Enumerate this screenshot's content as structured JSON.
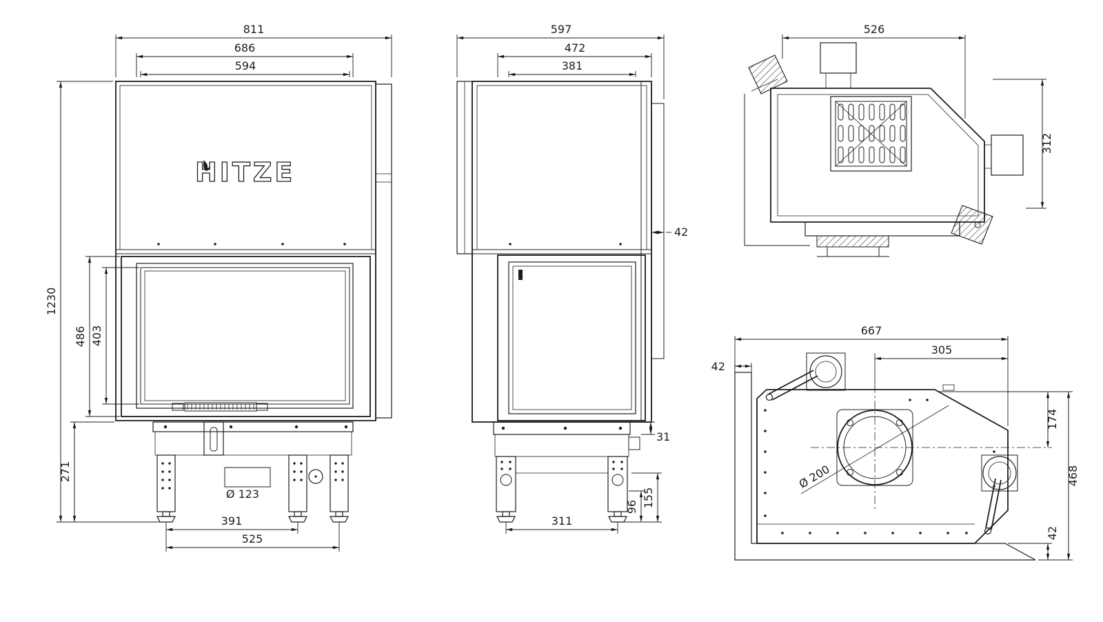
{
  "drawing": {
    "brand": "HITZE",
    "views": {
      "front": {
        "width_total": "811",
        "width_frame": "686",
        "width_glass": "594",
        "height_total": "1230",
        "height_door": "486",
        "height_glass": "403",
        "height_base": "271",
        "hole_diameter": "Ø 123",
        "feet_spacing": "391",
        "feet_span": "525"
      },
      "side": {
        "depth_total": "597",
        "depth_frame": "472",
        "depth_glass": "381",
        "rear_offset": "42",
        "plate_thickness": "31",
        "leg_height": "155",
        "foot_height": "96",
        "feet_spacing": "311"
      },
      "section": {
        "width": "526",
        "height": "312"
      },
      "top": {
        "width_total": "667",
        "flue_offset": "305",
        "frame_left": "42",
        "flue_center_depth": "174",
        "depth_total": "468",
        "frame_bottom": "42",
        "flue_diameter": "Ø 200"
      }
    }
  }
}
